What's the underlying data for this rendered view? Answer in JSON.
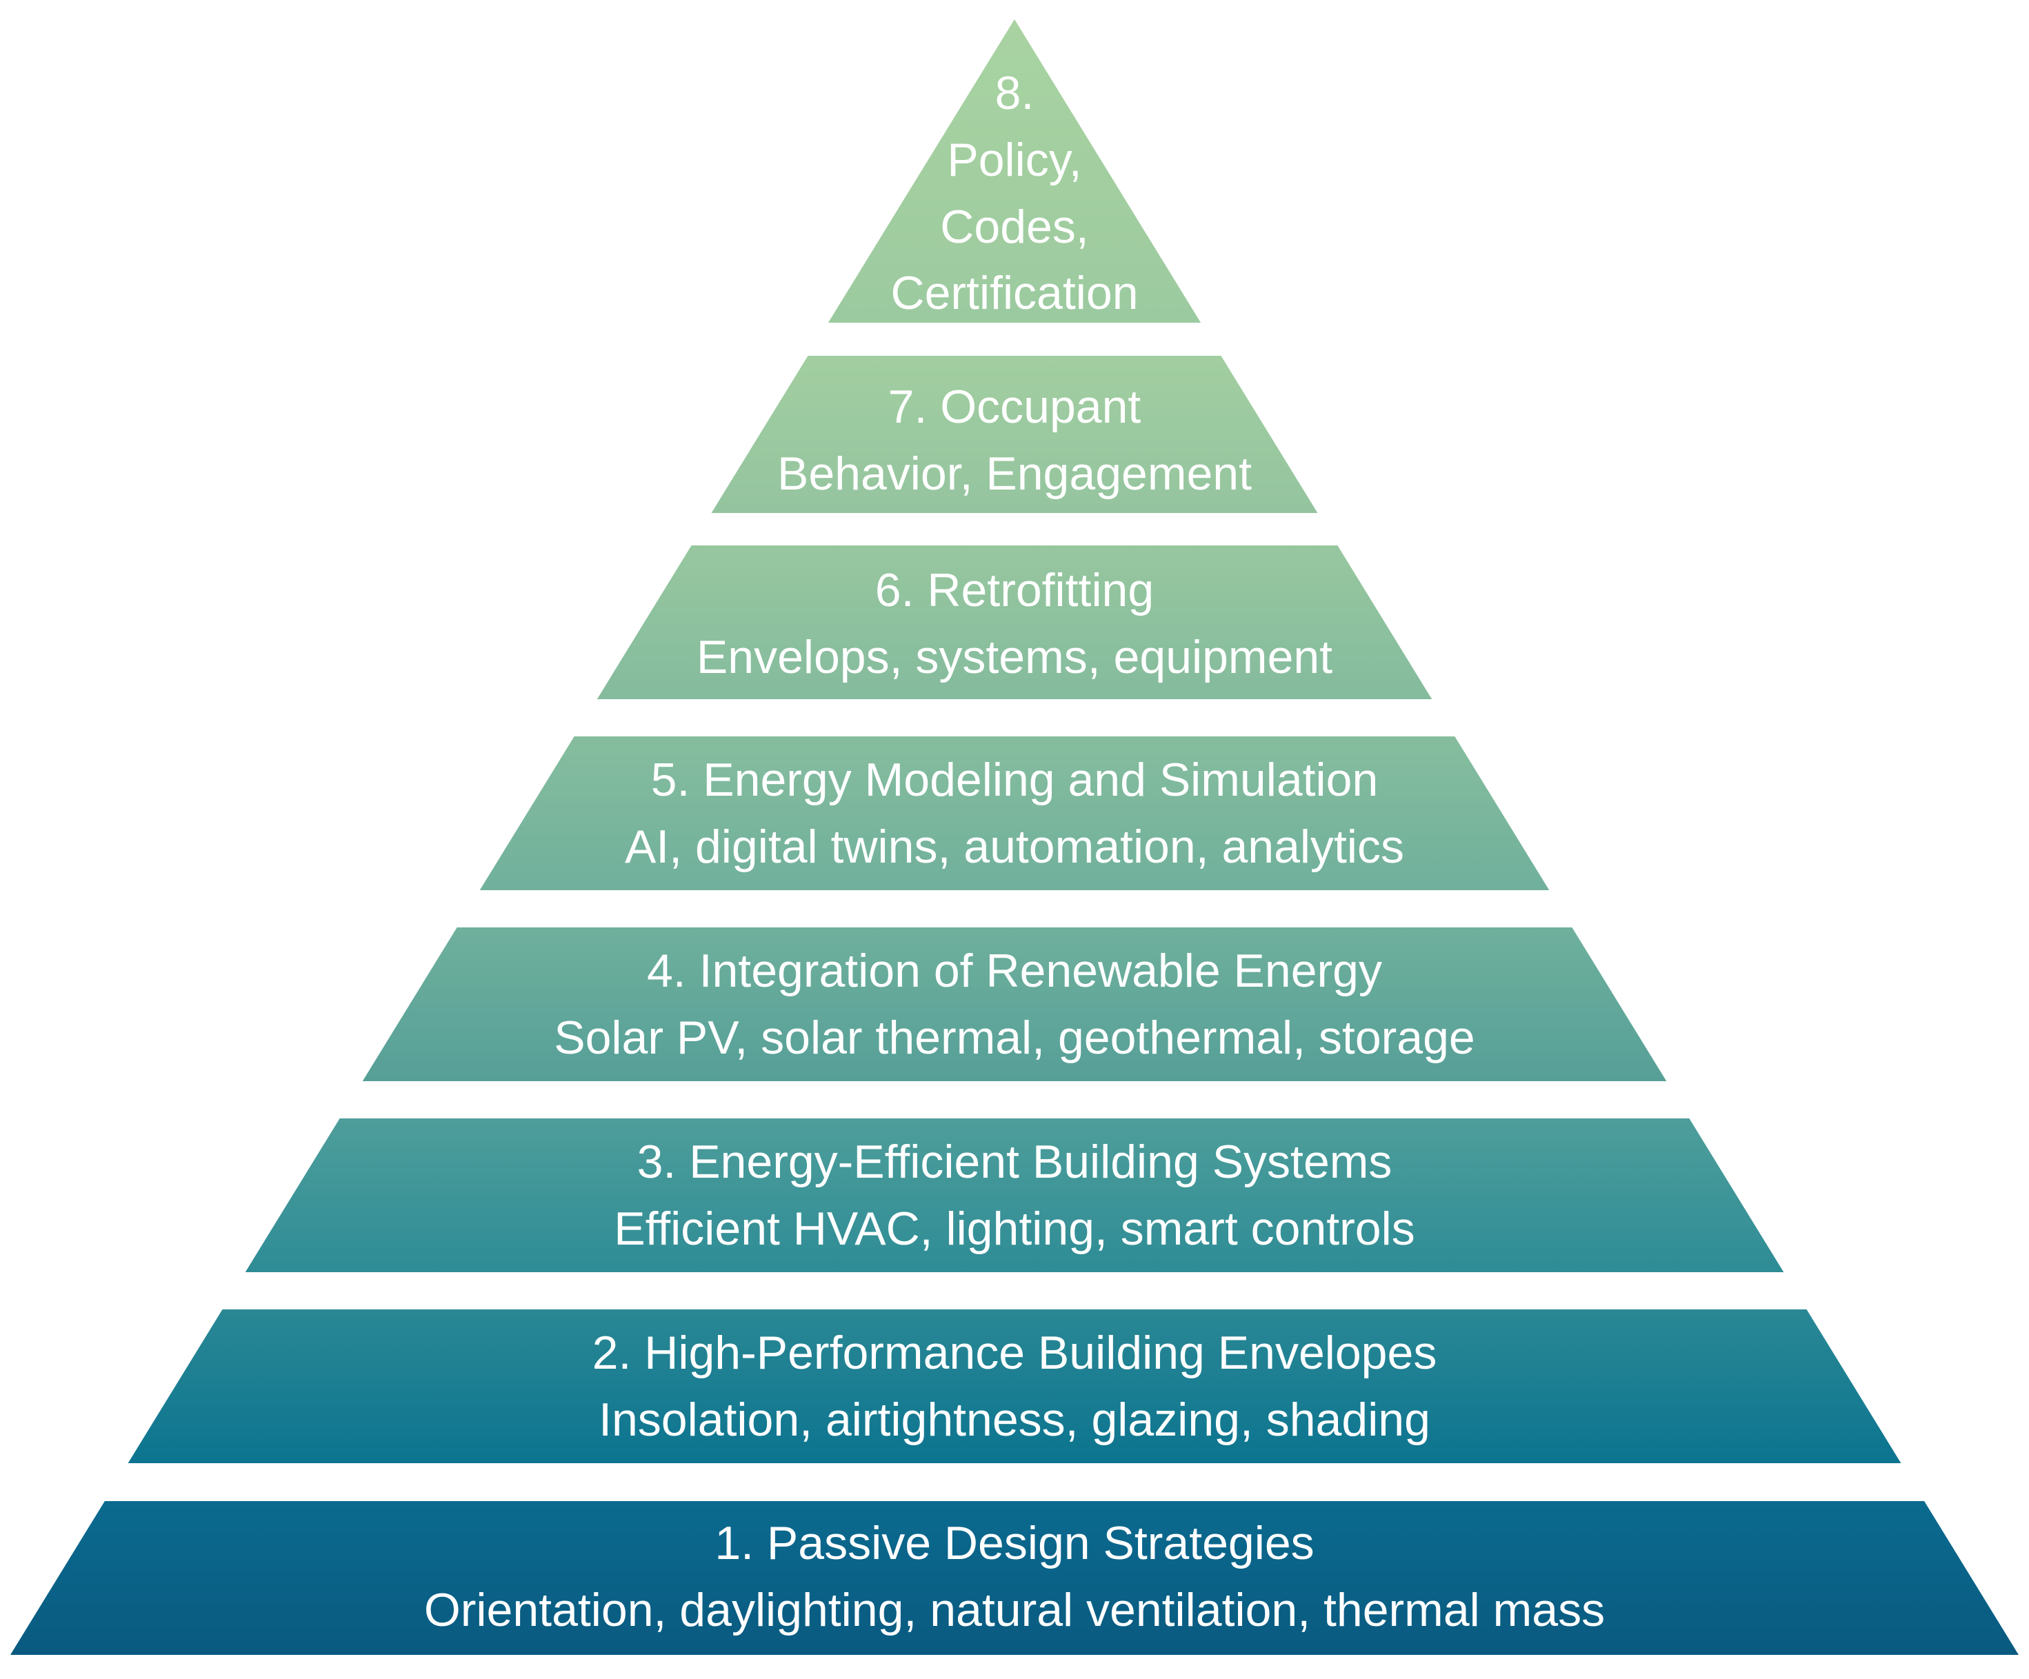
{
  "tiers": [
    {
      "level": "1",
      "lines": [
        "1. Passive Design Strategies",
        "Orientation, daylighting, natural ventilation, thermal mass"
      ],
      "color_top": "#0b6a8f",
      "color_bottom": "#0a5a80"
    },
    {
      "level": "2",
      "lines": [
        "2. High-Performance Building Envelopes",
        "Insolation, airtightness, glazing, shading"
      ],
      "color_top": "#2a8894",
      "color_bottom": "#0c7490"
    },
    {
      "level": "3",
      "lines": [
        "3. Energy-Efficient Building Systems",
        "Efficient HVAC, lighting, smart controls"
      ],
      "color_top": "#4e9e9a",
      "color_bottom": "#2e8c96"
    },
    {
      "level": "4",
      "lines": [
        "4. Integration of Renewable Energy",
        "Solar PV, solar thermal, geothermal, storage"
      ],
      "color_top": "#6fb09c",
      "color_bottom": "#569f98"
    },
    {
      "level": "5",
      "lines": [
        "5. Energy Modeling and Simulation",
        "AI, digital twins, automation, analytics"
      ],
      "color_top": "#86bd9e",
      "color_bottom": "#70b09c"
    },
    {
      "level": "6",
      "lines": [
        "6. Retrofitting",
        "Envelops, systems, equipment"
      ],
      "color_top": "#97c79f",
      "color_bottom": "#84bb9d"
    },
    {
      "level": "7",
      "lines": [
        "7. Occupant",
        "Behavior, Engagement"
      ],
      "color_top": "#a2cea0",
      "color_bottom": "#94c49f"
    },
    {
      "level": "8",
      "lines": [
        "8.",
        "Policy,",
        "Codes,",
        "Certification"
      ],
      "color_top": "#a9d3a1",
      "color_bottom": "#9ccaa0"
    }
  ]
}
